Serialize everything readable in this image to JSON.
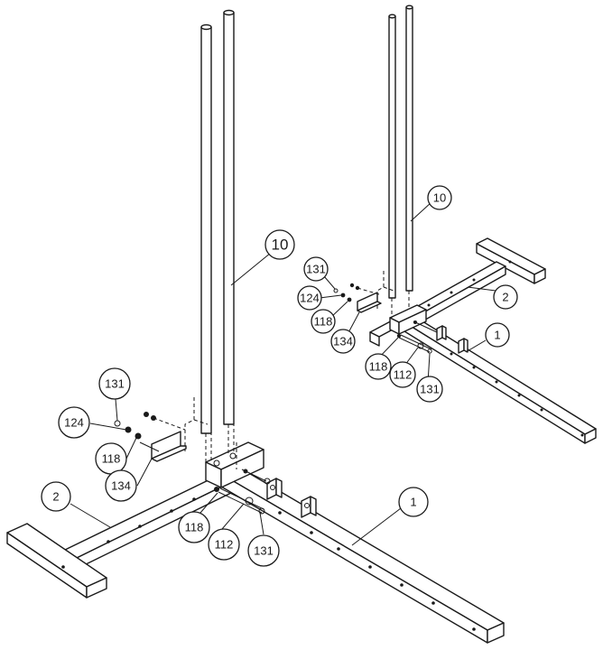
{
  "callouts": [
    {
      "id": "c-10-main",
      "label": "10"
    },
    {
      "id": "c-131-main",
      "label": "131"
    },
    {
      "id": "c-124-main",
      "label": "124"
    },
    {
      "id": "c-118-main",
      "label": "118"
    },
    {
      "id": "c-134-main",
      "label": "134"
    },
    {
      "id": "c-2-main",
      "label": "2"
    },
    {
      "id": "c-118b-main",
      "label": "118"
    },
    {
      "id": "c-112-main",
      "label": "112"
    },
    {
      "id": "c-131b-main",
      "label": "131"
    },
    {
      "id": "c-1-main",
      "label": "1"
    },
    {
      "id": "c-10-inset",
      "label": "10"
    },
    {
      "id": "c-131-inset",
      "label": "131"
    },
    {
      "id": "c-124-inset",
      "label": "124"
    },
    {
      "id": "c-118-inset",
      "label": "118"
    },
    {
      "id": "c-134-inset",
      "label": "134"
    },
    {
      "id": "c-2-inset",
      "label": "2"
    },
    {
      "id": "c-1-inset",
      "label": "1"
    },
    {
      "id": "c-118b-inset",
      "label": "118"
    },
    {
      "id": "c-112-inset",
      "label": "112"
    },
    {
      "id": "c-131b-inset",
      "label": "131"
    }
  ]
}
